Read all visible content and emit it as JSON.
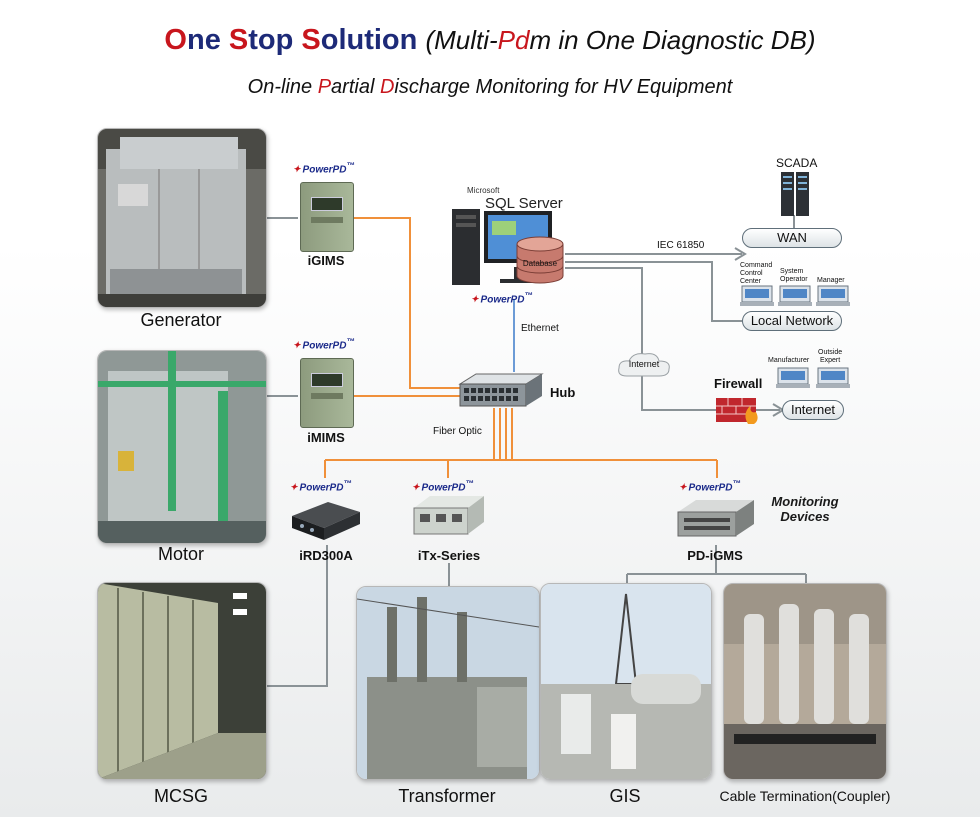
{
  "title": {
    "part1_hl": "O",
    "part1_rest": "ne ",
    "part2_hl": "S",
    "part2_rest": "top ",
    "part3_hl": "S",
    "part3_rest": "olution",
    "sub_pre": "(Multi-",
    "sub_hl": "Pd",
    "sub_post": "m in One Diagnostic DB)"
  },
  "subtitle": {
    "a": "On-line ",
    "b_hl": "P",
    "c": "artial ",
    "d_hl": "D",
    "e": "ischarge Monitoring for HV Equipment"
  },
  "equipment": {
    "generator": "Generator",
    "motor": "Motor",
    "mcsg": "MCSG",
    "transformer": "Transformer",
    "gis": "GIS",
    "cable": "Cable Termination(Coupler)"
  },
  "devices": {
    "brand": "PowerPD",
    "brand_tm": "™",
    "igims": "iGIMS",
    "imims": "iMIMS",
    "ird300a": "iRD300A",
    "itx": "iTx-Series",
    "pdigms": "PD-iGMS",
    "monitoring_1": "Monitoring",
    "monitoring_2": "Devices"
  },
  "network": {
    "sql_vendor": "Microsoft",
    "sql_product": "SQL Server",
    "database": "Database",
    "ethernet": "Ethernet",
    "hub": "Hub",
    "fiber": "Fiber Optic",
    "internet_cloud": "Internet",
    "iec": "IEC 61850",
    "scada": "SCADA",
    "wan": "WAN",
    "command_1": "Command",
    "command_2": "Control",
    "command_3": "Center",
    "system_1": "System",
    "system_2": "Operator",
    "manager": "Manager",
    "local_network": "Local Network",
    "firewall": "Firewall",
    "manufacturer": "Manufacturer",
    "outside_1": "Outside",
    "outside_2": "Expert",
    "internet": "Internet"
  },
  "colors": {
    "title_blue": "#1d2a78",
    "accent_red": "#c8161d",
    "orange_link": "#f0903a",
    "gray_link": "#8a9296",
    "blue_link": "#6c9bd6"
  }
}
